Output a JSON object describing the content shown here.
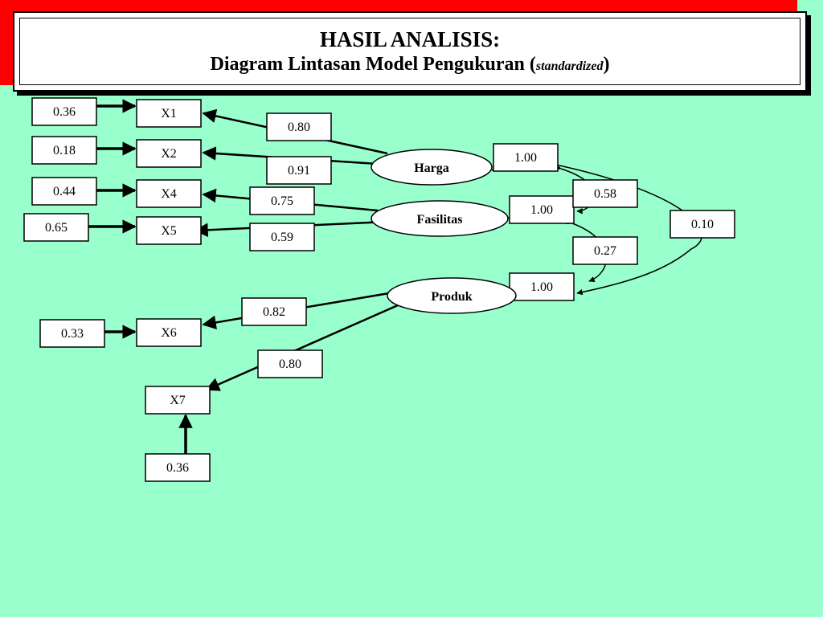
{
  "title": {
    "line1": "HASIL ANALISIS:",
    "line2_main": "Diagram Lintasan Model Pengukuran (",
    "line2_italic": "standardized",
    "line2_end": ")"
  },
  "latents": {
    "harga": "Harga",
    "fasilitas": "Fasilitas",
    "produk": "Produk"
  },
  "indicators": {
    "x1": "X1",
    "x2": "X2",
    "x4": "X4",
    "x5": "X5",
    "x6": "X6",
    "x7": "X7"
  },
  "errors": {
    "x1": "0.36",
    "x2": "0.18",
    "x4": "0.44",
    "x5": "0.65",
    "x6": "0.33",
    "x7": "0.36"
  },
  "loadings": {
    "x1": "0.80",
    "x2": "0.91",
    "x4": "0.75",
    "x5": "0.59",
    "x6": "0.82",
    "x7": "0.80"
  },
  "variances": {
    "harga": "1.00",
    "fasilitas": "1.00",
    "produk": "1.00"
  },
  "correlations": {
    "harga_fasilitas": "0.58",
    "fasilitas_produk": "0.27",
    "harga_produk": "0.10"
  },
  "colors": {
    "background": "#99ffcc",
    "banner": "#ff0000"
  }
}
